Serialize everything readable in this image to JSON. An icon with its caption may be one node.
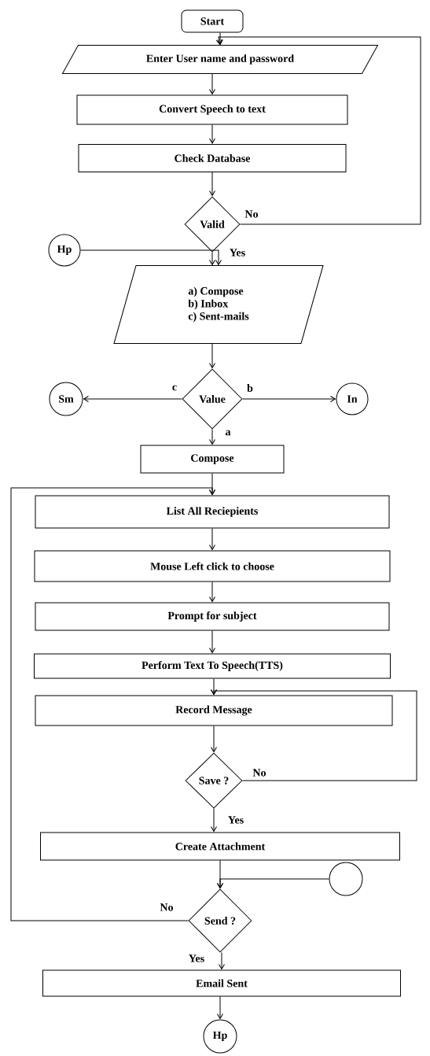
{
  "diagram": {
    "nodes": [
      {
        "text": [
          "Start"
        ]
      },
      {
        "text": [
          "Enter User name and password"
        ]
      },
      {
        "text": [
          "Convert Speech to text"
        ]
      },
      {
        "text": [
          "Check Database"
        ]
      },
      {
        "text": [
          "Valid"
        ]
      },
      {
        "text": [
          "Hp"
        ]
      },
      {
        "text": [
          "a) Compose",
          "b) Inbox",
          "c) Sent-mails"
        ]
      },
      {
        "text": [
          "Value"
        ]
      },
      {
        "text": [
          "Sm"
        ]
      },
      {
        "text": [
          "In"
        ]
      },
      {
        "text": [
          "Compose"
        ]
      },
      {
        "text": [
          "List All Reciepients"
        ]
      },
      {
        "text": [
          "Mouse Left click to choose"
        ]
      },
      {
        "text": [
          "Prompt for subject"
        ]
      },
      {
        "text": [
          "Perform Text To Speech(TTS)"
        ]
      },
      {
        "text": [
          "Record Message"
        ]
      },
      {
        "text": [
          "Save ?"
        ]
      },
      {
        "text": [
          "Create Attachment"
        ]
      },
      {
        "text": [],
        "shape": "circle"
      },
      {
        "text": [
          "Send ?"
        ]
      },
      {
        "text": [
          "Email Sent"
        ]
      },
      {
        "text": [
          "Hp"
        ]
      }
    ],
    "edges": [
      {
        "from": 0,
        "to": 1,
        "arrow": "to"
      },
      {
        "from": 1,
        "to": 2,
        "arrow": "to"
      },
      {
        "from": 2,
        "to": 3,
        "arrow": "to"
      },
      {
        "from": 3,
        "to": 4,
        "arrow": "to"
      },
      {
        "from": 4,
        "to": 1,
        "arrow": "to",
        "label": "No"
      },
      {
        "from": 4,
        "to": 6,
        "arrow": "to",
        "label": "Yes"
      },
      {
        "from": 5,
        "to": 6,
        "arrow": "to"
      },
      {
        "from": 6,
        "to": 7,
        "arrow": "to"
      },
      {
        "from": 7,
        "to": 8,
        "arrow": "to",
        "label": "c"
      },
      {
        "from": 7,
        "to": 9,
        "arrow": "to",
        "label": "b"
      },
      {
        "from": 7,
        "to": 10,
        "arrow": "to",
        "label": "a"
      },
      {
        "from": 10,
        "to": 11,
        "arrow": "to"
      },
      {
        "from": 11,
        "to": 12,
        "arrow": "to"
      },
      {
        "from": 12,
        "to": 13,
        "arrow": "to"
      },
      {
        "from": 13,
        "to": 14,
        "arrow": "to"
      },
      {
        "from": 14,
        "to": 15,
        "arrow": "to"
      },
      {
        "from": 15,
        "to": 16,
        "arrow": "to"
      },
      {
        "from": 16,
        "to": 15,
        "arrow": "to",
        "label": "No"
      },
      {
        "from": 16,
        "to": 17,
        "arrow": "to",
        "label": "Yes"
      },
      {
        "from": 17,
        "to": 19,
        "arrow": "to"
      },
      {
        "from": 18,
        "to": 19,
        "arrow": "to"
      },
      {
        "from": 19,
        "to": 11,
        "arrow": "to",
        "label": "No"
      },
      {
        "from": 19,
        "to": 20,
        "arrow": "to",
        "label": "Yes"
      },
      {
        "from": 20,
        "to": 21,
        "arrow": "to"
      }
    ]
  }
}
